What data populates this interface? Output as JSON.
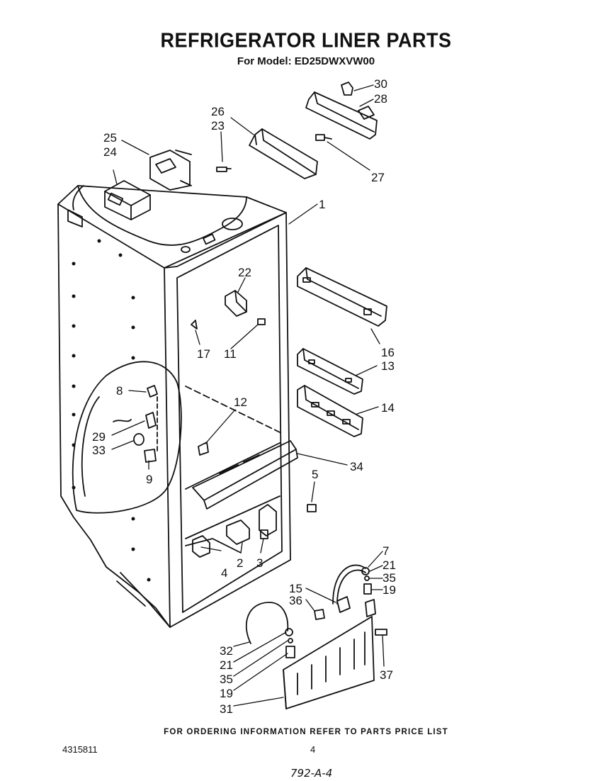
{
  "header": {
    "title": "REFRIGERATOR LINER PARTS",
    "subtitle": "For Model: ED25DWXVW00"
  },
  "callouts": [
    {
      "id": "c30",
      "label": "30"
    },
    {
      "id": "c28",
      "label": "28"
    },
    {
      "id": "c26",
      "label": "26"
    },
    {
      "id": "c23",
      "label": "23"
    },
    {
      "id": "c25",
      "label": "25"
    },
    {
      "id": "c24",
      "label": "24"
    },
    {
      "id": "c27",
      "label": "27"
    },
    {
      "id": "c1",
      "label": "1"
    },
    {
      "id": "c22",
      "label": "22"
    },
    {
      "id": "c16",
      "label": "16"
    },
    {
      "id": "c17",
      "label": "17"
    },
    {
      "id": "c11",
      "label": "11"
    },
    {
      "id": "c13",
      "label": "13"
    },
    {
      "id": "c14",
      "label": "14"
    },
    {
      "id": "c8",
      "label": "8"
    },
    {
      "id": "c12",
      "label": "12"
    },
    {
      "id": "c29",
      "label": "29"
    },
    {
      "id": "c33",
      "label": "33"
    },
    {
      "id": "c9",
      "label": "9"
    },
    {
      "id": "c34",
      "label": "34"
    },
    {
      "id": "c5",
      "label": "5"
    },
    {
      "id": "c4",
      "label": "4"
    },
    {
      "id": "c2",
      "label": "2"
    },
    {
      "id": "c3",
      "label": "3"
    },
    {
      "id": "c7",
      "label": "7"
    },
    {
      "id": "c21a",
      "label": "21"
    },
    {
      "id": "c35a",
      "label": "35"
    },
    {
      "id": "c19a",
      "label": "19"
    },
    {
      "id": "c15",
      "label": "15"
    },
    {
      "id": "c36",
      "label": "36"
    },
    {
      "id": "c32",
      "label": "32"
    },
    {
      "id": "c21b",
      "label": "21"
    },
    {
      "id": "c35b",
      "label": "35"
    },
    {
      "id": "c19b",
      "label": "19"
    },
    {
      "id": "c37",
      "label": "37"
    },
    {
      "id": "c31",
      "label": "31"
    }
  ],
  "footer": {
    "note": "FOR ORDERING INFORMATION REFER TO PARTS PRICE LIST",
    "doc_number": "4315811",
    "page": "4",
    "handwritten_code": "792-A-4"
  }
}
